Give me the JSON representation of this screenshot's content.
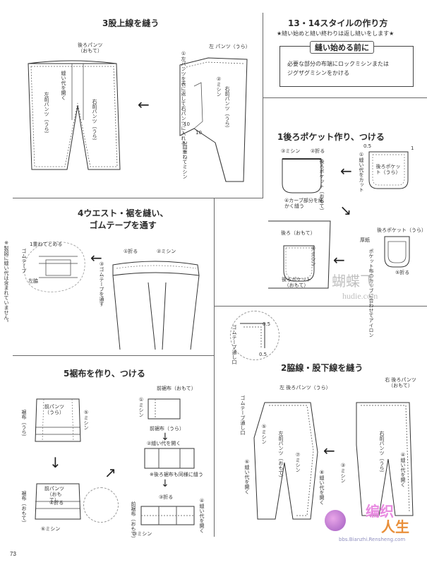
{
  "page": {
    "number": "73",
    "side_note": "※製図に縫い代は含まれていません。"
  },
  "style_header": {
    "title": "13・14スタイルの作り方",
    "note": "★縫い始めと縫い終わりは返し縫いをします★",
    "before_label": "縫い始める前に",
    "before_text_1": "必要な部分の布端にロックミシンまたは",
    "before_text_2": "ジグザグミシンをかける"
  },
  "step3": {
    "title": "3股上線を縫う",
    "back_pants_front": "後ろパンツ\n（おもて）",
    "left_front_pants": "左前パンツ（うら）",
    "seam_open": "縫い代を開く",
    "right_front_pants": "右前パンツ（うら）",
    "left_pants_back": "左 パンツ（うら）",
    "step1": "①左パンツを表に返して右パンツに入れる",
    "step2": "②ミシン",
    "right_front_pants2": "右前パンツ（うら）",
    "double_stitch": "2回重ねてミシン",
    "num10a": "10",
    "num10b": "10"
  },
  "step1": {
    "title": "1後ろポケット作り、つける",
    "machine": "③ミシン",
    "fold": "②折る",
    "pocket_back": "後ろポケット（おもて）",
    "seam_cut": "①縫い代をカット",
    "pocket": "後ろポケット（うら）",
    "num05": "0.5",
    "num1": "1",
    "curve": "④カーブ部分を細かく縫う",
    "back_pants": "後ろ（おもて）",
    "pocket_label": "後ろポケット（おもて）",
    "machine6": "⑥ミシン",
    "pocket_ura": "後ろポケット（うら）",
    "thick": "厚紙",
    "align": "ポケット布のカーブに合わせてアイロン",
    "fold5": "⑤折る"
  },
  "step4": {
    "title": "4ウエスト・裾を縫い、\nゴムテープを通す",
    "overlap": "1重ねてとめる",
    "rubber": "ゴムテープ",
    "left_waist": "左脇",
    "fold": "①折る",
    "machine": "②ミシン",
    "thread": "③ゴムテープを通す"
  },
  "step5": {
    "title": "5裾布を作り、つける",
    "front_pants": "前パンツ（うら）",
    "hem_cloth": "裾布（うら）",
    "machine5": "⑤ミシン",
    "front_pants2": "前パンツ（おもて）",
    "hem_cloth2": "裾布（おもて）",
    "fold": "④折る",
    "machine6": "⑥ミシン",
    "front_hem": "前裾布（おもて）",
    "machine1": "①ミシン",
    "front_hem_ura": "前裾布（うら）",
    "open": "②縫い代を開く",
    "back_same": "※後ろ裾布も同様に縫う",
    "front_hem3": "前裾布（おもて）",
    "fold3": "③折る",
    "open4": "④縫い代を開く",
    "machine3": "③ミシン"
  },
  "step2": {
    "title": "2脇線・股下線を縫う",
    "rubber_gate": "ゴムテープ通し口",
    "num05a": "0.5",
    "num05b": "0.5",
    "left_back": "左 後ろパンツ（うら）",
    "right_back": "右 後ろパンツ（おもて）",
    "left_front": "左前パンツ（おもて）",
    "right_front": "右前パンツ（うら）",
    "machine": "⑤ミシン",
    "open": "⑥縫い代を開く",
    "open2": "⑧縫い代を開く",
    "machine7": "⑦ミシン",
    "machine3": "③ミシン",
    "open4": "④縫い代を開く",
    "rubber_gate2": "ゴムテープ通し口"
  },
  "watermark": {
    "brand_cn": "蝴蝶飞",
    "site": "hudie.com",
    "logo_1": "编织",
    "logo_2": "人生",
    "logo_url": "bbs.Bianzhi.Rensheng.com"
  }
}
